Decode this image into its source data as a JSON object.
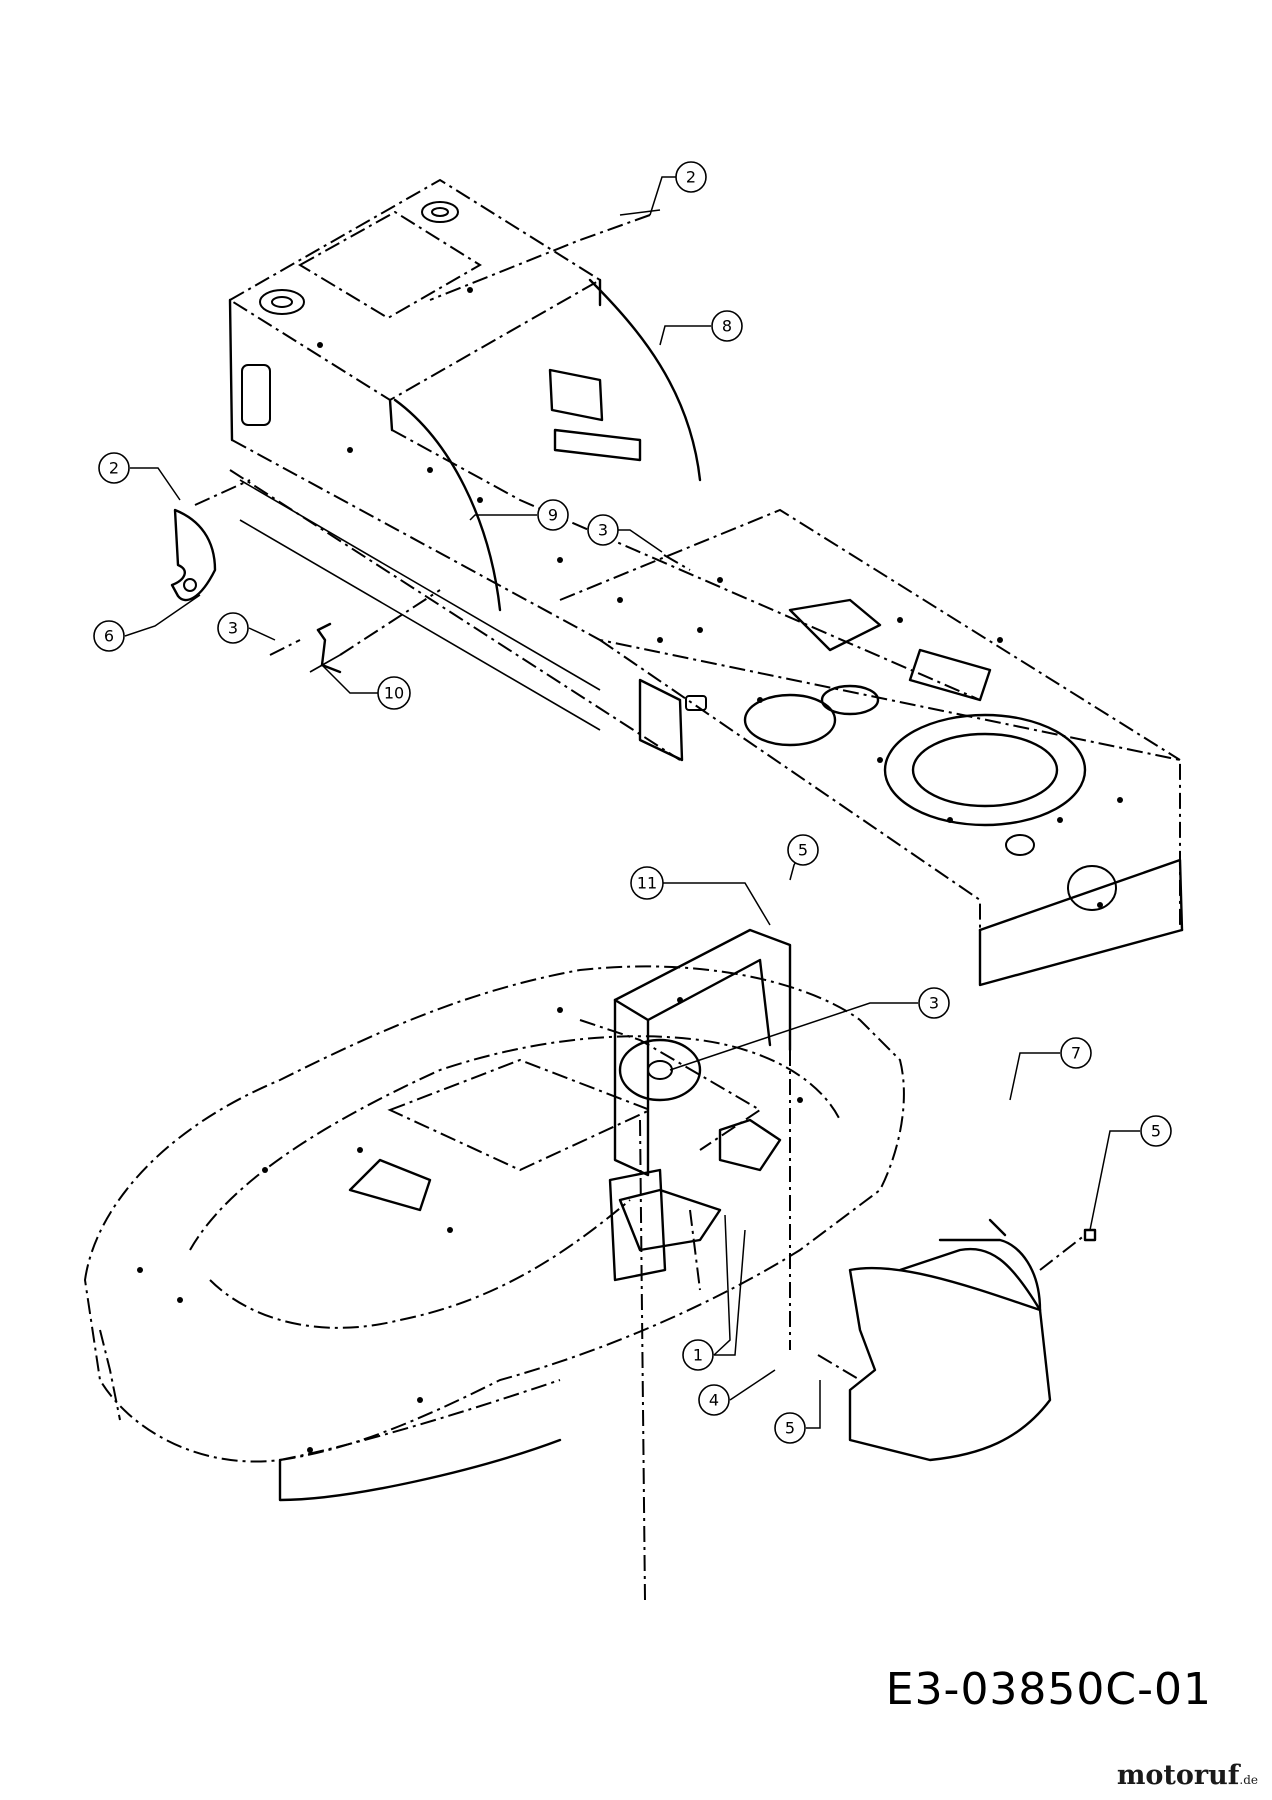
{
  "diagram": {
    "reference_code": "E3-03850C-01",
    "watermark": {
      "brand": "motoruf",
      "suffix": ".de"
    },
    "callouts": [
      {
        "id": "c-2a",
        "label": "2"
      },
      {
        "id": "c-8",
        "label": "8"
      },
      {
        "id": "c-2b",
        "label": "2"
      },
      {
        "id": "c-9",
        "label": "9"
      },
      {
        "id": "c-3a",
        "label": "3"
      },
      {
        "id": "c-6",
        "label": "6"
      },
      {
        "id": "c-3b",
        "label": "3"
      },
      {
        "id": "c-10",
        "label": "10"
      },
      {
        "id": "c-5a",
        "label": "5"
      },
      {
        "id": "c-11",
        "label": "11"
      },
      {
        "id": "c-3c",
        "label": "3"
      },
      {
        "id": "c-7",
        "label": "7"
      },
      {
        "id": "c-5b",
        "label": "5"
      },
      {
        "id": "c-1",
        "label": "1"
      },
      {
        "id": "c-4",
        "label": "4"
      },
      {
        "id": "c-5c",
        "label": "5"
      }
    ]
  }
}
